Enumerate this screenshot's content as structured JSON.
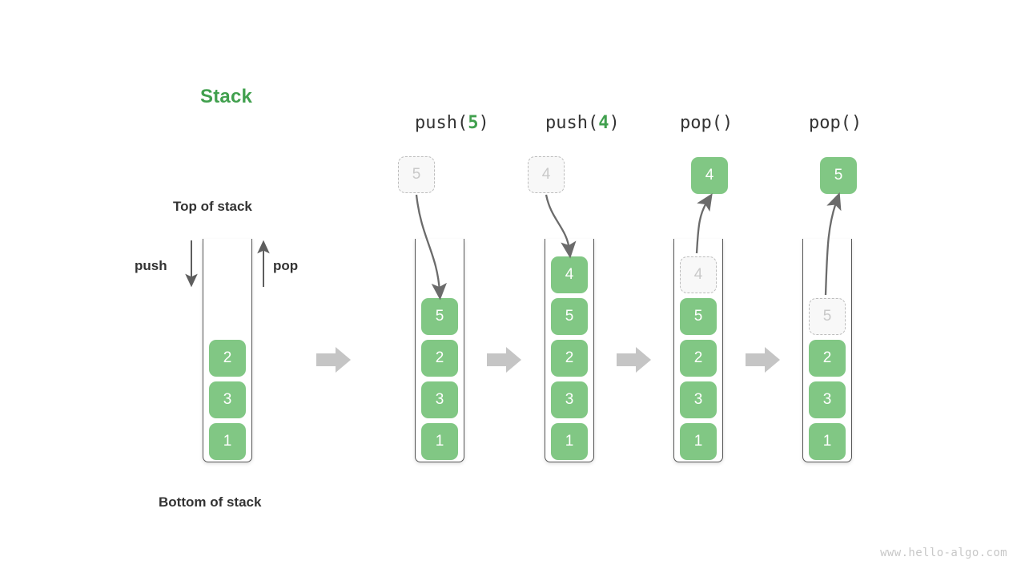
{
  "title": "Stack",
  "labels": {
    "top_of_stack": "Top of stack",
    "bottom_of_stack": "Bottom of stack",
    "push": "push",
    "pop": "pop"
  },
  "watermark": "www.hello-algo.com",
  "colors": {
    "accent_green": "#41a04e",
    "cell_green": "#81c784",
    "ghost_border": "#bdbdbd",
    "ghost_text": "#c9c9c9",
    "ghost_fill": "#f8f8f8",
    "text_dark": "#333333",
    "container_stroke": "#555555",
    "flow_arrow": "#c5c5c5",
    "thin_arrow": "#5e5e5e",
    "watermark": "#c8c8c8"
  },
  "columns": [
    {
      "id": "initial",
      "header_prefix": "",
      "header_arg": "",
      "header_suffix": "",
      "cells": [
        "2",
        "3",
        "1"
      ],
      "floating": null,
      "ghost_index": null
    },
    {
      "id": "push-5",
      "header_prefix": "push(",
      "header_arg": "5",
      "header_suffix": ")",
      "cells": [
        "5",
        "2",
        "3",
        "1"
      ],
      "floating": {
        "value": "5",
        "kind": "ghost",
        "direction": "in"
      },
      "ghost_index": null
    },
    {
      "id": "push-4",
      "header_prefix": "push(",
      "header_arg": "4",
      "header_suffix": ")",
      "cells": [
        "4",
        "5",
        "2",
        "3",
        "1"
      ],
      "floating": {
        "value": "4",
        "kind": "ghost",
        "direction": "in"
      },
      "ghost_index": null
    },
    {
      "id": "pop-1",
      "header_prefix": "pop(",
      "header_arg": "",
      "header_suffix": ")",
      "cells": [
        "4",
        "5",
        "2",
        "3",
        "1"
      ],
      "floating": {
        "value": "4",
        "kind": "solid",
        "direction": "out"
      },
      "ghost_index": 0
    },
    {
      "id": "pop-2",
      "header_prefix": "pop(",
      "header_arg": "",
      "header_suffix": ")",
      "cells": [
        "5",
        "2",
        "3",
        "1"
      ],
      "floating": {
        "value": "5",
        "kind": "solid",
        "direction": "out"
      },
      "ghost_index": 0
    }
  ]
}
